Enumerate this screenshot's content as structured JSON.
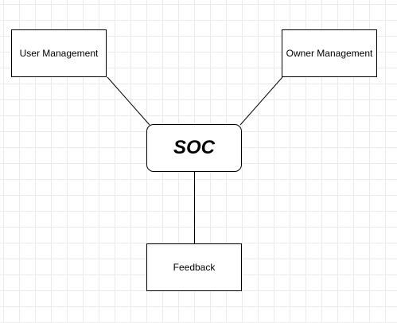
{
  "diagram": {
    "nodes": {
      "user_management": {
        "label": "User Management"
      },
      "owner_management": {
        "label": "Owner Management"
      },
      "soc": {
        "label": "SOC"
      },
      "feedback": {
        "label": "Feedback"
      }
    },
    "edges": [
      {
        "from": "soc",
        "to": "user_management"
      },
      {
        "from": "soc",
        "to": "owner_management"
      },
      {
        "from": "soc",
        "to": "feedback"
      }
    ],
    "colors": {
      "stroke": "#000000",
      "fill": "#ffffff",
      "grid": "#ebebeb"
    }
  }
}
